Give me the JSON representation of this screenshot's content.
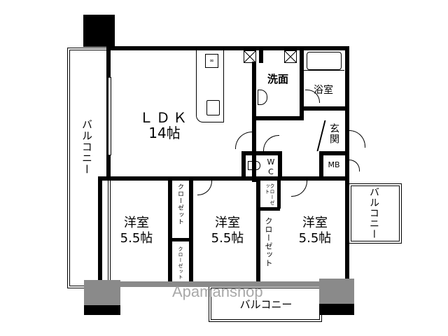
{
  "floorplan": {
    "rooms": [
      {
        "id": "ldk",
        "name": "ＬＤＫ",
        "size": "14帖"
      },
      {
        "id": "washroom",
        "name": "洗面"
      },
      {
        "id": "bathroom",
        "name": "浴室"
      },
      {
        "id": "entrance",
        "name": "玄関"
      },
      {
        "id": "wc",
        "name_top": "W",
        "name_bottom": "C"
      },
      {
        "id": "mb",
        "name": "MB"
      },
      {
        "id": "western1",
        "name": "洋室",
        "size": "5.5帖"
      },
      {
        "id": "western2",
        "name": "洋室",
        "size": "5.5帖"
      },
      {
        "id": "western3",
        "name": "洋室",
        "size": "5.5帖"
      }
    ],
    "closets": [
      {
        "id": "closet1",
        "label": "クローゼット"
      },
      {
        "id": "closet2",
        "label": "クローゼット"
      },
      {
        "id": "closet3",
        "label": "クローゼット"
      },
      {
        "id": "closet4",
        "label": "クローゼット"
      }
    ],
    "balconies": [
      {
        "id": "balcony-left",
        "label": "バルコニー"
      },
      {
        "id": "balcony-right",
        "label": "バルコニー"
      },
      {
        "id": "balcony-bottom",
        "label": "バルコニー"
      }
    ],
    "watermark": "Apamanshop"
  }
}
